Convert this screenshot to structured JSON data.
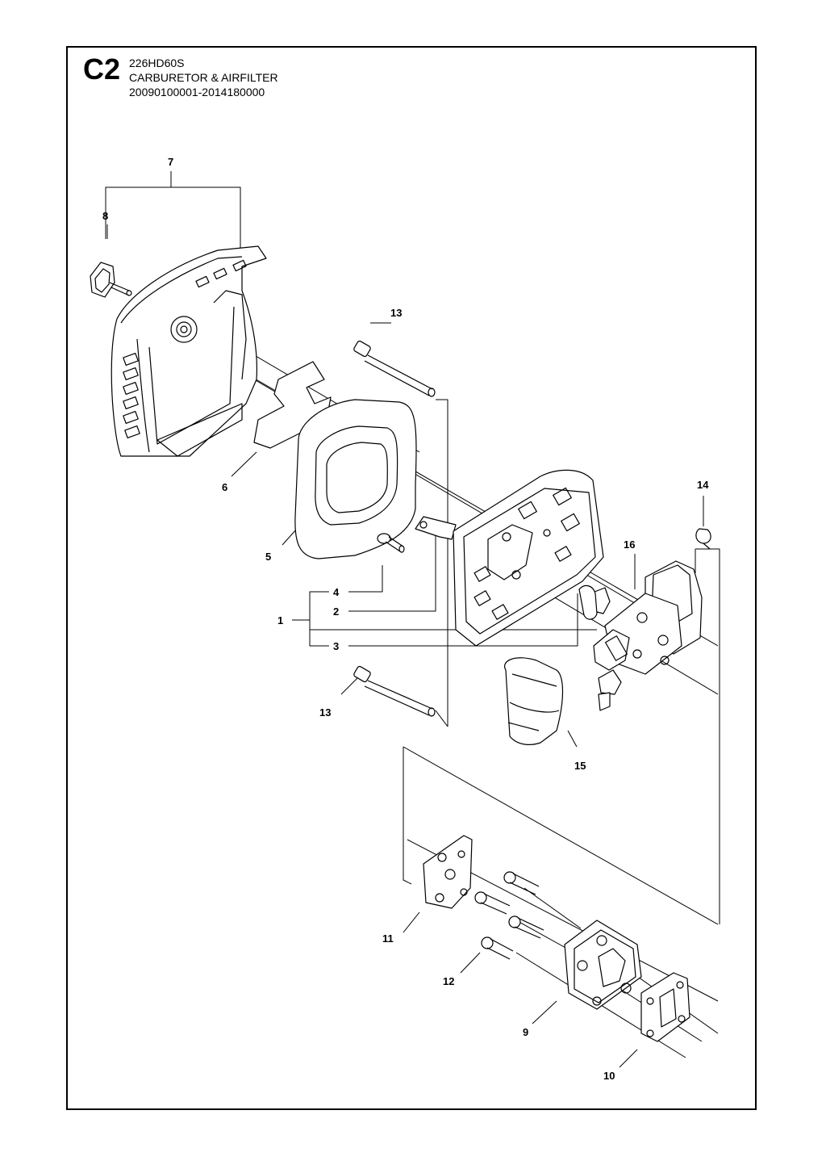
{
  "section_code": "C2",
  "model": "226HD60S",
  "title": "CARBURETOR & AIRFILTER",
  "serial_range": "20090100001-2014180000",
  "callouts": {
    "c1": "1",
    "c2": "2",
    "c3": "3",
    "c4": "4",
    "c5": "5",
    "c6": "6",
    "c7": "7",
    "c8": "8",
    "c9": "9",
    "c10": "10",
    "c11": "11",
    "c12": "12",
    "c13a": "13",
    "c13b": "13",
    "c14": "14",
    "c15": "15",
    "c16": "16"
  }
}
